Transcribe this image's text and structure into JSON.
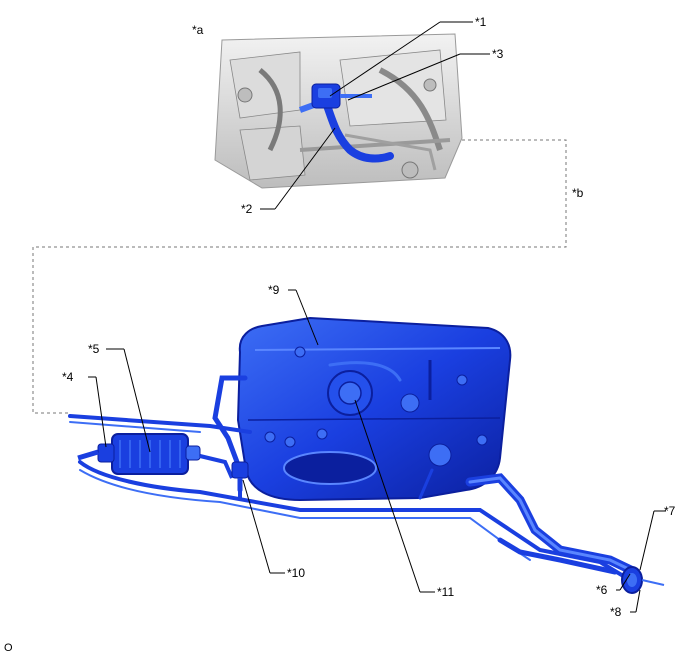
{
  "labels": {
    "a": "*a",
    "b": "*b",
    "c1": "*1",
    "c2": "*2",
    "c3": "*3",
    "c4": "*4",
    "c5": "*5",
    "c6": "*6",
    "c7": "*7",
    "c8": "*8",
    "c9": "*9",
    "c10": "*10",
    "c11": "*11"
  },
  "footer_code": "O",
  "colors": {
    "part_blue": "#1a3fe0",
    "part_blue_light": "#3d6ef5",
    "part_blue_dark": "#0b1f9e",
    "engine_gray": "#c8c8c8",
    "engine_dark": "#6a6a6a"
  }
}
